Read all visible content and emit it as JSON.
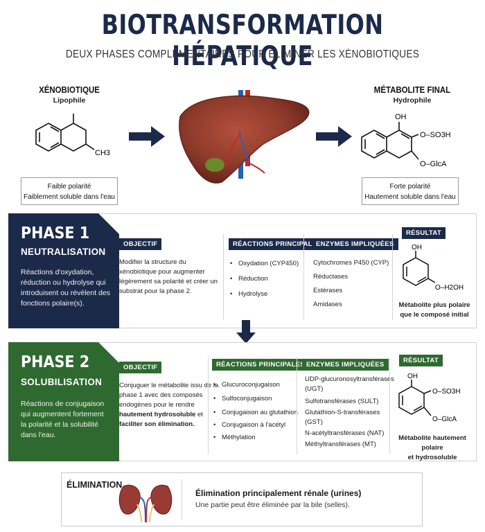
{
  "title": "BIOTRANSFORMATION HÉPATIQUE",
  "subtitle": "DEUX PHASES COMPLÉMENTAIRES POUR ÉLIMINER LES XÉNOBIOTIQUES",
  "xeno": {
    "heading": "XÉNOBIOTIQUE",
    "sub": "Lipophile",
    "box": [
      "Faible polarité",
      "Faiblement soluble dans l'eau"
    ],
    "label_ch3": "CH3"
  },
  "final": {
    "heading": "MÉTABOLITE FINAL",
    "sub": "Hydrophile",
    "box": [
      "Forte polarité",
      "Hautement soluble dans l'eau"
    ],
    "label_oh": "OH",
    "label_so3h": "O–SO3H",
    "label_glca": "O–GlcA"
  },
  "phase1": {
    "number": "PHASE 1",
    "name": "NEUTRALISATION",
    "desc": "Réactions d'oxydation, réduction ou hydrolyse qui introduisent ou révèlent des fonctions polaire(s).",
    "objectif_head": "OBJECTIF",
    "objectif_text": "Modifier la structure du xénobiotique pour augmenter légèrement sa polarité et créer un substrat pour la phase 2.",
    "reactions_head": "RÉACTIONS PRINCIPALES",
    "reactions": [
      "Oxydation (CYP450)",
      "Réduction",
      "Hydrolyse"
    ],
    "enzymes_head": "ENZYMES IMPLIQUÉES",
    "enzymes": [
      "Cytochromes P450 (CYP)",
      "Réductases",
      "Estérases",
      "Amidases"
    ],
    "result_head": "RÉSULTAT",
    "result_oh": "OH",
    "result_oh2": "O–H2OH",
    "result_caption": [
      "Métabolite plus polaire",
      "que le composé initial"
    ]
  },
  "phase2": {
    "number": "PHASE 2",
    "name": "SOLUBILISATION",
    "desc": "Réactions de conjugaison qui augmentent fortement la polarité et la solubilité dans l'eau.",
    "objectif_head": "OBJECTIF",
    "objectif_pre": "Conjuguer le métabolite issu de la phase 1 avec des composés endogènes pour le rendre",
    "objectif_bold": "hautement hydrosoluble",
    "objectif_mid": "et",
    "objectif_bold2": "faciliter son élimination.",
    "reactions_head": "RÉACTIONS PRINCIPALES",
    "reactions": [
      "Glucuroconjugaison",
      "Sulfoconjugaison",
      "Conjugaison au glutathion",
      "Conjugaison à l'acétyl",
      "Méthylation"
    ],
    "enzymes_head": "ENZYMES IMPLIQUÉES",
    "enzymes": [
      "UDP-glucuronosyltransférases",
      "(UGT)",
      "Sulfotransférases (SULT)",
      "Glutathion-S-transférases",
      "(GST)",
      "N-acétyltransférases (NAT)",
      "Méthyltransférases (MT)"
    ],
    "result_head": "RÉSULTAT",
    "result_oh": "OH",
    "result_so3h": "O–SO3H",
    "result_glca": "O–GlcA",
    "result_caption": [
      "Métabolite hautement polaire",
      "et hydrosoluble"
    ]
  },
  "elimination": {
    "heading": "ÉLIMINATION",
    "main": "Élimination principalement rénale (urines)",
    "sub": "Une partie peut être éliminée par la bile (selles)."
  },
  "colors": {
    "navy": "#1c2a4a",
    "green": "#2e6a2f",
    "liver": "#8e3a2b"
  }
}
